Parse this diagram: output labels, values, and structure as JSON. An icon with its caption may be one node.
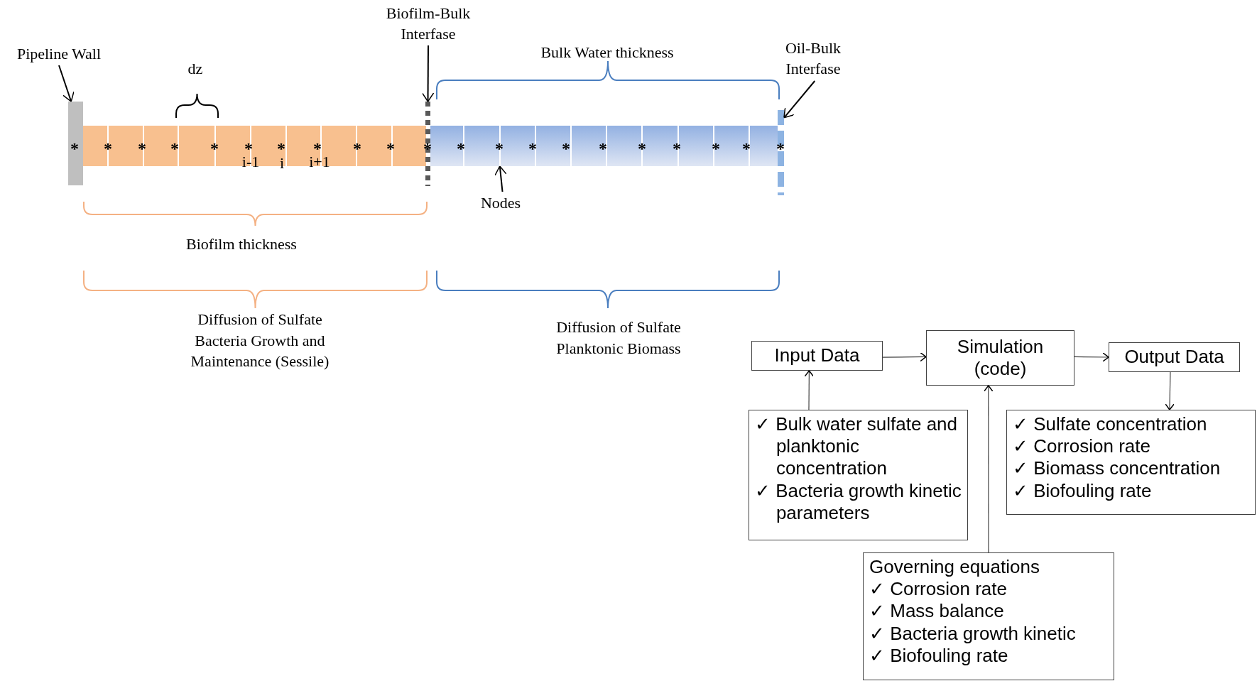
{
  "diagram": {
    "nodes": [
      {
        "text": [
          "Pipeline Wall"
        ]
      },
      {
        "text": [
          "Biofilm-Bulk Interfase"
        ]
      },
      {
        "text": [
          "Oil-Bulk Interfase"
        ]
      },
      {
        "text": [],
        "shape": "bar"
      },
      {
        "text": [],
        "shape": "bar"
      },
      {
        "text": [],
        "shape": "bar"
      },
      {
        "text": [],
        "shape": "bar"
      },
      {
        "text": [],
        "shape": "bar"
      },
      {
        "text": [
          "Nodes"
        ]
      },
      {
        "text": [
          "Input Data"
        ]
      },
      {
        "text": [
          "Simulation (code)"
        ]
      },
      {
        "text": [
          "Output Data"
        ]
      },
      {
        "text": [
          "✓ Bulk water sulfate and planktonic concentration",
          "✓ Bacteria growth kinetic parameters"
        ]
      },
      {
        "text": [
          "✓ Sulfate concentration",
          "✓ Corrosion rate",
          "✓ Biomass concentration",
          "✓ Biofouling rate"
        ]
      },
      {
        "text": [
          "Governing equations",
          "✓ Corrosion rate",
          "✓ Mass balance",
          "✓ Bacteria growth kinetic",
          "✓ Biofouling rate"
        ]
      }
    ],
    "edges": [
      {
        "from": 0,
        "to": 3,
        "arrow": "to"
      },
      {
        "from": 1,
        "to": 5,
        "arrow": "to"
      },
      {
        "from": 2,
        "to": 7,
        "arrow": "to"
      },
      {
        "from": 8,
        "to": 6,
        "arrow": "to"
      },
      {
        "from": 12,
        "to": 9,
        "arrow": "to"
      },
      {
        "from": 9,
        "to": 10,
        "arrow": "to"
      },
      {
        "from": 10,
        "to": 11,
        "arrow": "to"
      },
      {
        "from": 11,
        "to": 13,
        "arrow": "to"
      },
      {
        "from": 14,
        "to": 10,
        "arrow": "to"
      }
    ],
    "labels": [
      "Bulk Water thickness",
      "dz",
      "*",
      "*",
      "*",
      "*",
      "*",
      "*",
      "*",
      "*",
      "*",
      "*",
      "*",
      "*",
      "*",
      "*",
      "*",
      "*",
      "*",
      "*",
      "*",
      "*",
      "*",
      "i-1",
      "i",
      "i+1",
      "Biofilm thickness",
      "Diffusion of Sulfate Bacteria Growth and Maintenance (Sessile)",
      "Diffusion of Sulfate Planktonic Biomass"
    ]
  }
}
